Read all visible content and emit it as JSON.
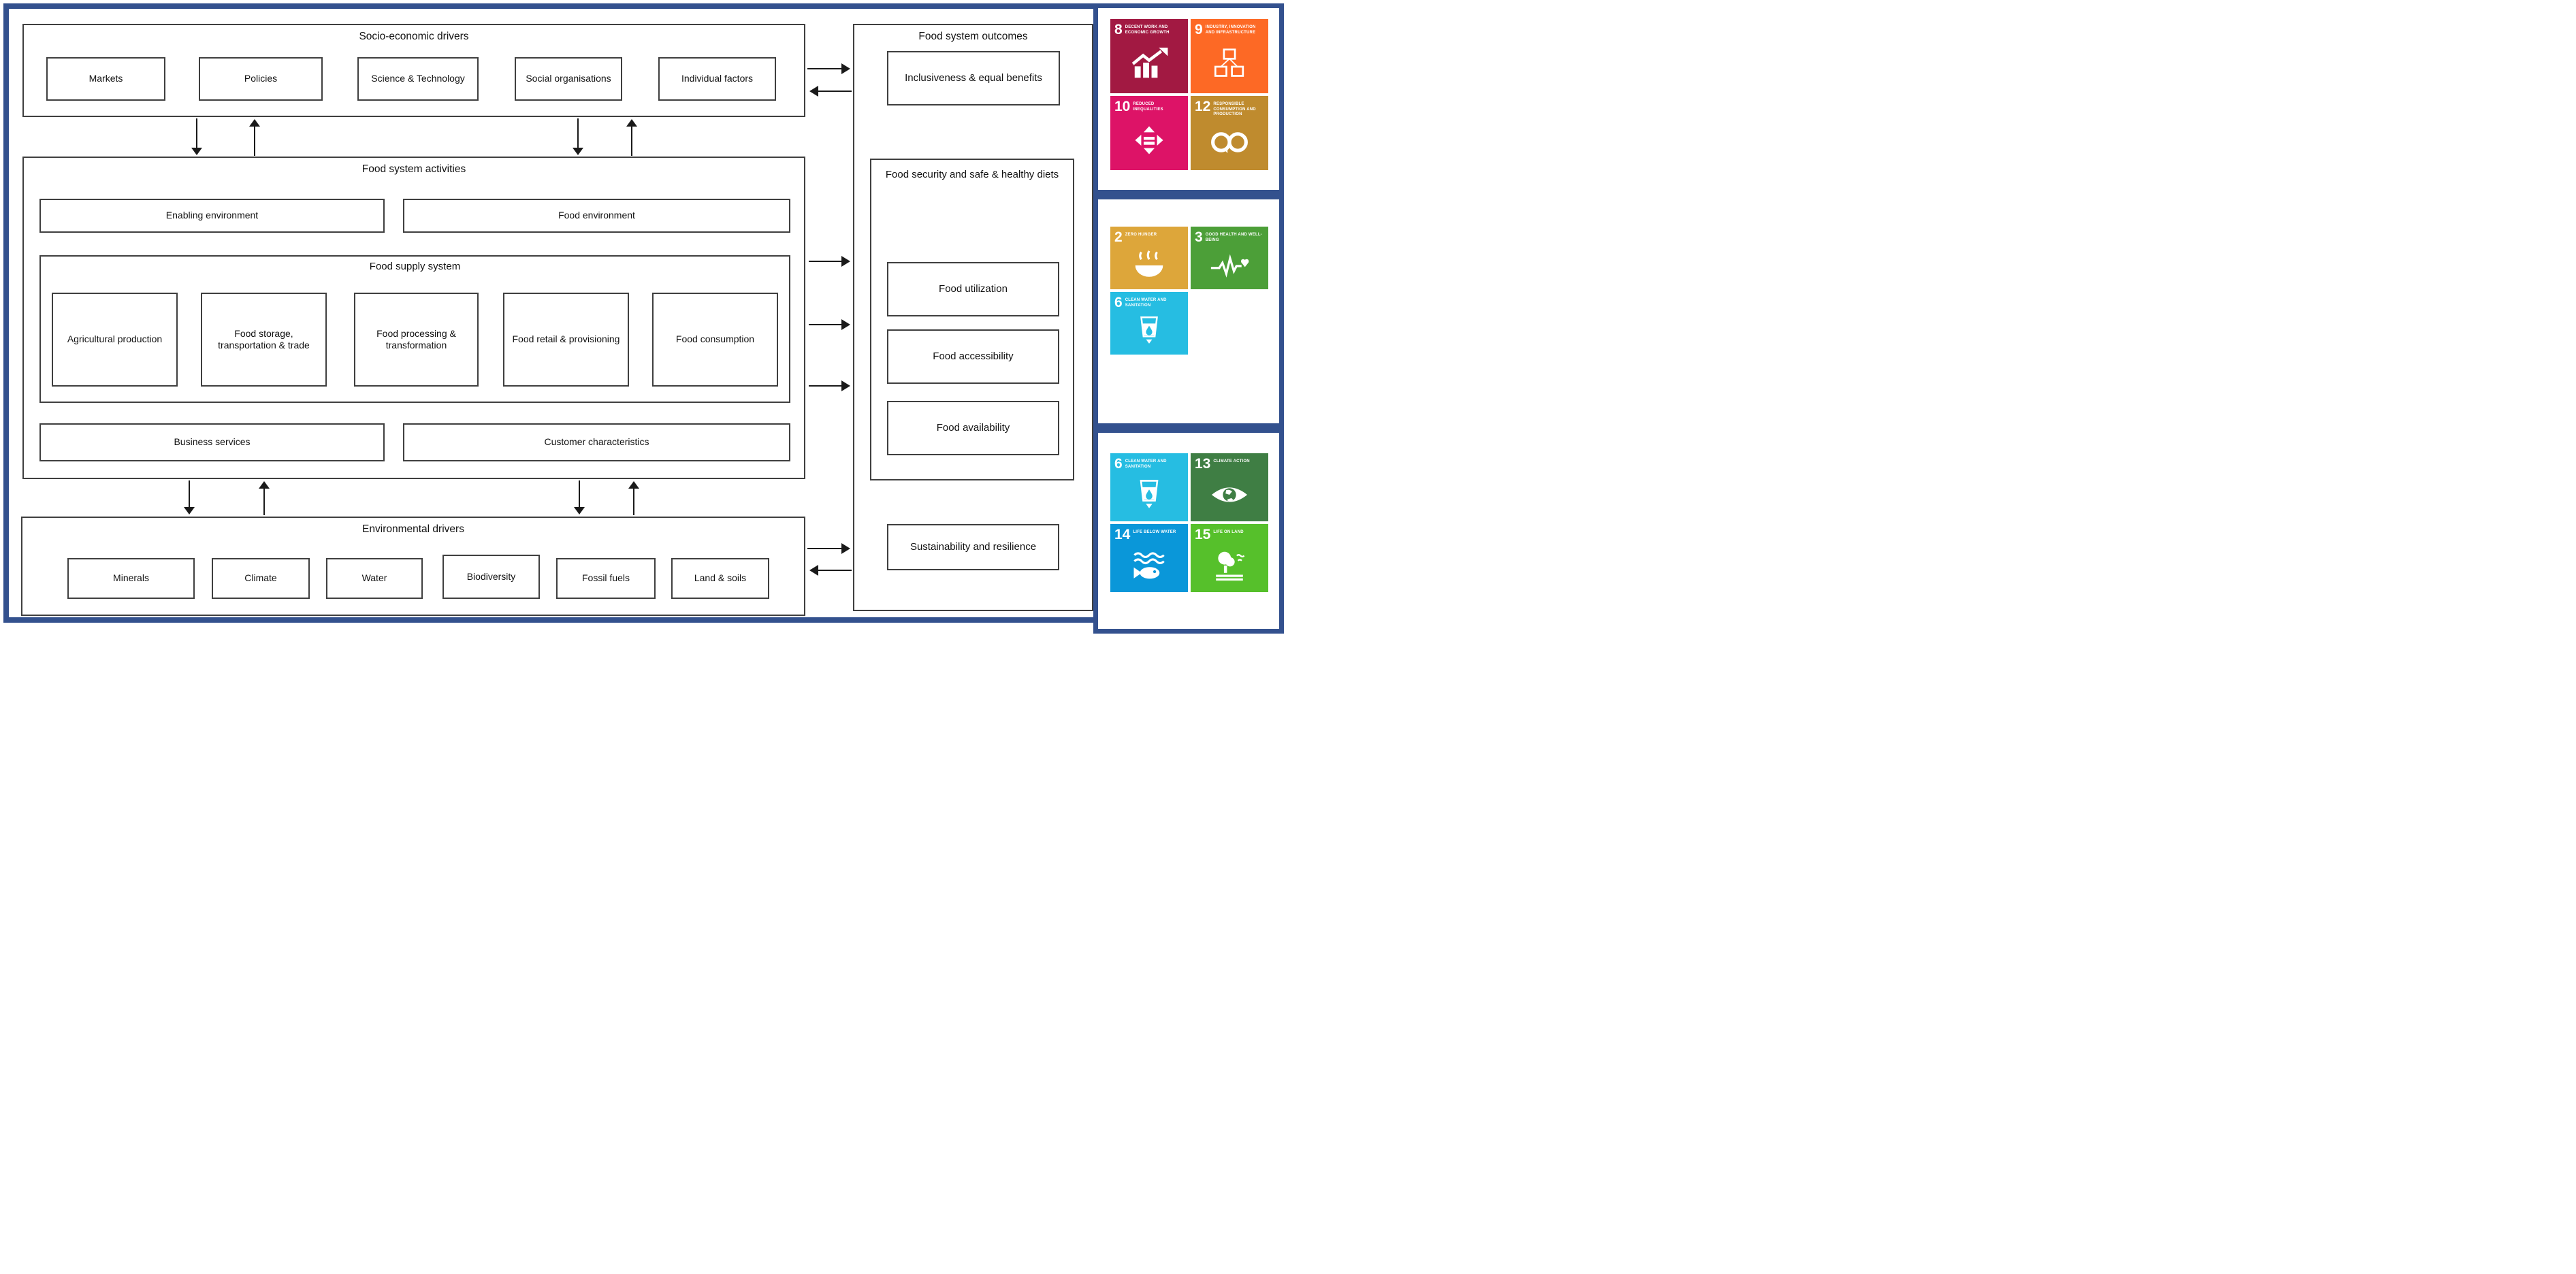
{
  "diagram": {
    "socio": {
      "title": "Socio-economic drivers",
      "items": [
        "Markets",
        "Policies",
        "Science & Technology",
        "Social organisations",
        "Individual factors"
      ]
    },
    "activities": {
      "title": "Food system activities",
      "enabling_label": "Enabling environment",
      "food_env_label": "Food environment",
      "supply": {
        "title": "Food supply system",
        "items": [
          "Agricultural production",
          "Food storage, transportation & trade",
          "Food processing & transformation",
          "Food retail & provisioning",
          "Food consumption"
        ]
      },
      "business_label": "Business services",
      "customer_label": "Customer characteristics"
    },
    "environment": {
      "title": "Environmental drivers",
      "items": [
        "Minerals",
        "Climate",
        "Water",
        "Biodiversity",
        "Fossil fuels",
        "Land & soils"
      ]
    },
    "outcomes": {
      "title": "Food system outcomes",
      "inclusiveness_label": "Inclusiveness & equal benefits",
      "security": {
        "title": "Food security and safe & healthy diets",
        "items": [
          "Food utilization",
          "Food accessibility",
          "Food availability"
        ]
      },
      "sustainability_label": "Sustainability and resilience"
    }
  },
  "colors": {
    "frame_blue": "#33518E",
    "box_border": "#3f3f3f",
    "arrow_black": "#1a1a1a"
  },
  "sdg_panels": [
    {
      "tiles": [
        {
          "number": "8",
          "title": "DECENT WORK AND ECONOMIC GROWTH",
          "color": "#A21942",
          "icon": "growth-chart-icon"
        },
        {
          "number": "9",
          "title": "INDUSTRY, INNOVATION AND INFRASTRUCTURE",
          "color": "#FD6925",
          "icon": "cubes-icon"
        },
        {
          "number": "10",
          "title": "REDUCED INEQUALITIES",
          "color": "#DD1367",
          "icon": "equality-arrows-icon"
        },
        {
          "number": "12",
          "title": "RESPONSIBLE CONSUMPTION AND PRODUCTION",
          "color": "#BF8B2E",
          "icon": "infinity-loop-icon"
        }
      ]
    },
    {
      "tiles": [
        {
          "number": "2",
          "title": "ZERO HUNGER",
          "color": "#DDA63A",
          "icon": "bowl-steam-icon"
        },
        {
          "number": "3",
          "title": "GOOD HEALTH AND WELL-BEING",
          "color": "#4C9F38",
          "icon": "heartbeat-heart-icon"
        },
        {
          "number": "6",
          "title": "CLEAN WATER AND SANITATION",
          "color": "#26BDE2",
          "icon": "water-glass-icon"
        }
      ]
    },
    {
      "tiles": [
        {
          "number": "6",
          "title": "CLEAN WATER AND SANITATION",
          "color": "#26BDE2",
          "icon": "water-glass-icon"
        },
        {
          "number": "13",
          "title": "CLIMATE ACTION",
          "color": "#3F7E44",
          "icon": "eye-globe-icon"
        },
        {
          "number": "14",
          "title": "LIFE BELOW WATER",
          "color": "#0A97D9",
          "icon": "fish-waves-icon"
        },
        {
          "number": "15",
          "title": "LIFE ON LAND",
          "color": "#56C02B",
          "icon": "tree-land-icon"
        }
      ]
    }
  ]
}
